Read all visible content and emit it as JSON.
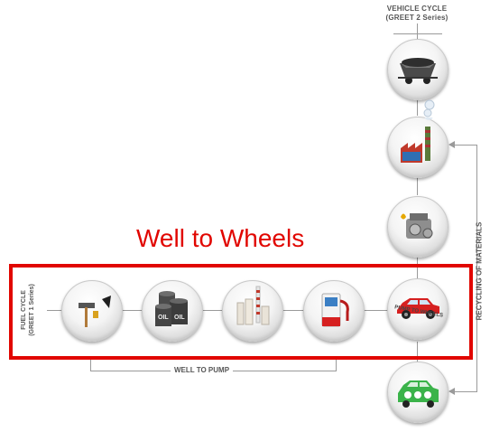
{
  "vehicle_cycle": {
    "line1": "VEHICLE CYCLE",
    "line2": "(GREET 2 Series)"
  },
  "fuel_cycle": {
    "line1": "FUEL CYCLE",
    "line2": "(GREET 1 Series)"
  },
  "highlight_label": "Well to Wheels",
  "recycling_label": "RECYCLING OF MATERIALS",
  "well_to_pump_label": "WELL TO PUMP",
  "oil_labels": [
    "OIL",
    "OIL"
  ],
  "pump_to_wheels_label": "PUMP TO WHEELS",
  "colors": {
    "highlight": "#e10600",
    "connector": "#9a9a9a"
  },
  "fuel_stages": [
    {
      "icon": "mining-hammer-icon"
    },
    {
      "icon": "oil-barrels-icon"
    },
    {
      "icon": "refinery-icon"
    },
    {
      "icon": "fuel-pump-icon"
    },
    {
      "icon": "red-car-icon"
    }
  ],
  "vehicle_stages": [
    {
      "icon": "ore-cart-icon"
    },
    {
      "icon": "factory-icon"
    },
    {
      "icon": "engine-parts-icon"
    },
    {
      "icon": "red-car-icon"
    },
    {
      "icon": "recycling-car-icon"
    }
  ]
}
